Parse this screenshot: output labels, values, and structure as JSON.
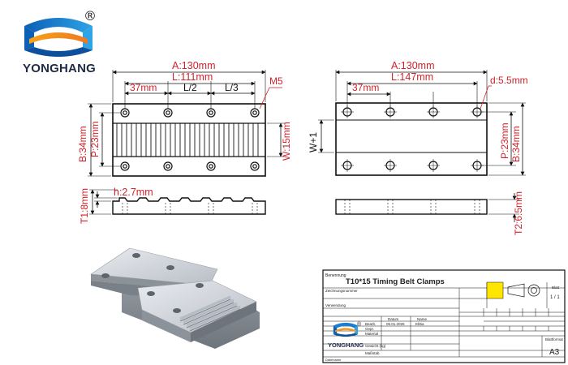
{
  "brand": {
    "name": "YONGHANG",
    "registered_mark": "®"
  },
  "top_view_left": {
    "overall_length": "A:130mm",
    "hole_span": "L:111mm",
    "offset": "37mm",
    "half": "L/2",
    "third": "L/3",
    "thread": "M5",
    "height": "B:34mm",
    "pitch_height": "P:23mm",
    "width": "W:15mm"
  },
  "top_view_right": {
    "overall_length": "A:130mm",
    "hole_span": "L:147mm",
    "offset": "37mm",
    "hole_dia": "d:5.5mm",
    "width_plus": "W+1",
    "pitch_height": "P:23mm",
    "height": "B:34mm"
  },
  "side_view_left": {
    "tooth_height": "h:2.7mm",
    "thickness": "T1:8mm"
  },
  "side_view_right": {
    "thickness": "T2:6.5mm"
  },
  "title_block": {
    "benennung_label": "Benennung",
    "title": "T10*15 Timing Belt Clamps",
    "zeichnungsnummer_label": "Zeichnungsnummer",
    "verwendung_label": "Verwendung",
    "datum_label": "Datum",
    "name_label": "Name",
    "bearb_label": "Bearb.",
    "bearb_date": "05.01.2026",
    "bearb_name": "Ebba",
    "gepr_label": "Gepr.",
    "material_label": "Material",
    "gewicht_label": "Gewicht (kg)",
    "massstab_label": "Maßstab",
    "blatt_label": "Blatt",
    "blatt_value": "1 / 1",
    "format_label": "Blattformat",
    "format_value": "A3",
    "dateiname_label": "Dateiname",
    "brand_name": "YONGHANG",
    "registered_mark": "®"
  }
}
